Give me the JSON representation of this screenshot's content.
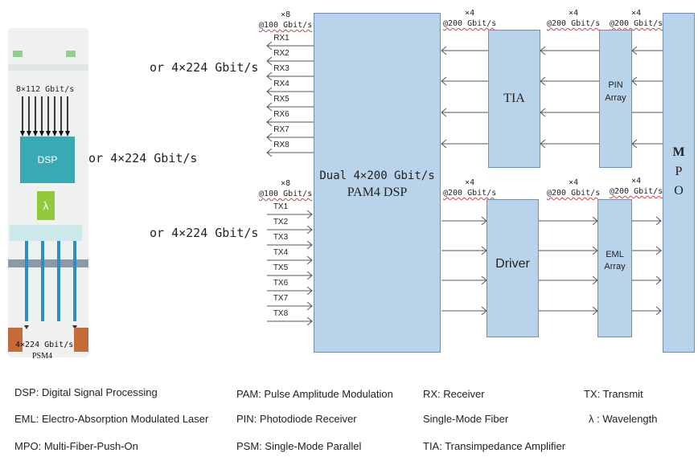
{
  "module": {
    "input_label": "8×112 Gbit/s",
    "dsp_label": "DSP",
    "lambda_label": "λ",
    "psm_rate": "4×224 Gbit/s",
    "psm_label": "PSM4"
  },
  "module_side_label": "or 4×224 Gbit/s",
  "rx_side_label": "or 4×224 Gbit/s",
  "tx_side_label": "or 4×224 Gbit/s",
  "dsp": {
    "line1": "Dual 4×200 Gbit/s",
    "line2": "PAM4 DSP"
  },
  "tia_label": "TIA",
  "pin_label": [
    "PIN",
    "Array"
  ],
  "driver_label": "Driver",
  "eml_label": [
    "EML",
    "Array"
  ],
  "mpo_label": [
    "M",
    "P",
    "O"
  ],
  "rate_labels": {
    "rx_host": [
      "×8",
      "@100 Gbit/s"
    ],
    "tx_host": [
      "×8",
      "@100 Gbit/s"
    ],
    "rx_dsp_tia": [
      "×4",
      "@200 Gbit/s"
    ],
    "rx_tia_pin": [
      "×4",
      "@200 Gbit/s"
    ],
    "rx_pin_mpo": [
      "×4",
      "@200 Gbit/s"
    ],
    "tx_dsp_driver": [
      "×4",
      "@200 Gbit/s"
    ],
    "tx_driver_eml": [
      "×4",
      "@200 Gbit/s"
    ],
    "tx_eml_mpo": [
      "×4",
      "@200 Gbit/s"
    ]
  },
  "rx_lanes": [
    "RX1",
    "RX2",
    "RX3",
    "RX4",
    "RX5",
    "RX6",
    "RX7",
    "RX8"
  ],
  "tx_lanes": [
    "TX1",
    "TX2",
    "TX3",
    "TX4",
    "TX5",
    "TX6",
    "TX7",
    "TX8"
  ],
  "legend": [
    "DSP: Digital Signal Processing",
    "PAM: Pulse Amplitude Modulation",
    "RX: Receiver",
    "TX: Transmit",
    "EML: Electro-Absorption Modulated Laser",
    "PIN: Photodiode Receiver",
    "Single-Mode Fiber",
    "λ : Wavelength",
    "MPO: Multi-Fiber-Push-On",
    "PSM: Single-Mode Parallel",
    "TIA: Transimpedance Amplifier"
  ]
}
